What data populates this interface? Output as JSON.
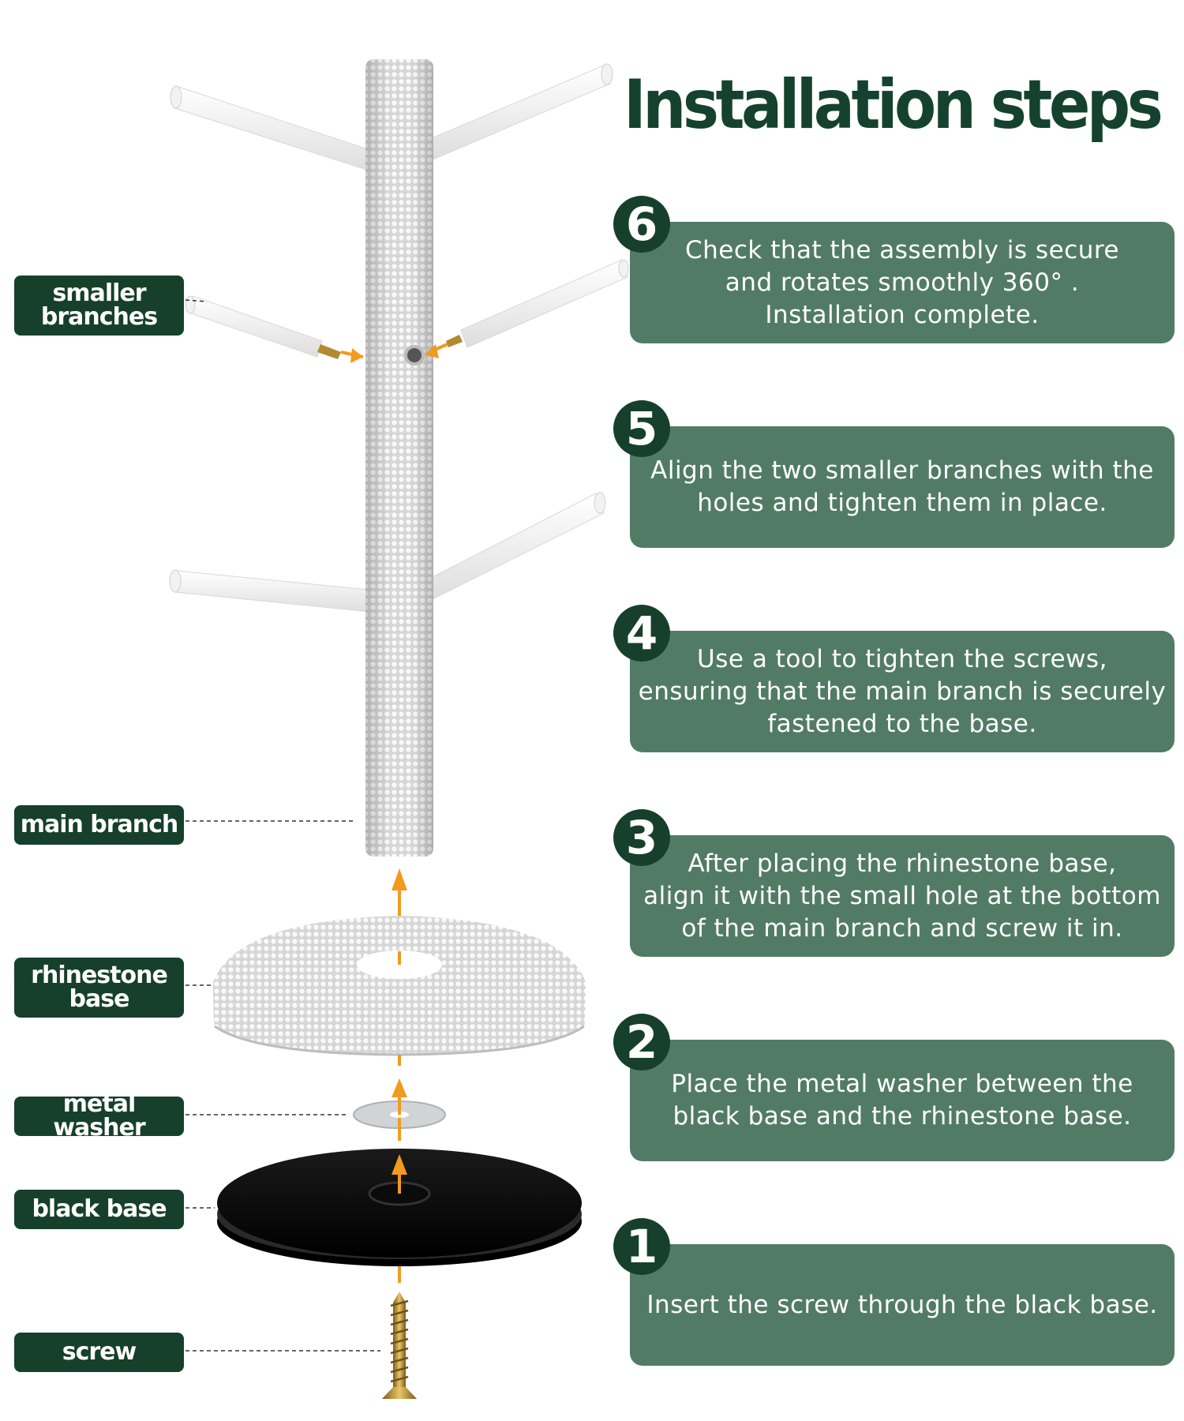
{
  "title": "Installation steps",
  "steps": [
    {
      "number": "6",
      "text": "Check that the assembly is secure\nand rotates smoothly 360° .\nInstallation complete."
    },
    {
      "number": "5",
      "text": "Align the two smaller branches with the\nholes and tighten them in place."
    },
    {
      "number": "4",
      "text": "Use a tool to tighten the screws,\nensuring that the main branch is securely\nfastened to the base."
    },
    {
      "number": "3",
      "text": "After placing the rhinestone base,\nalign it with the small hole at the bottom\nof the main branch and screw it in."
    },
    {
      "number": "2",
      "text": "Place the metal washer between the\nblack base and the rhinestone base."
    },
    {
      "number": "1",
      "text": "Insert the screw through the black base."
    }
  ],
  "parts": [
    {
      "label": "smaller\nbranches"
    },
    {
      "label": "main branch"
    },
    {
      "label": "rhinestone\nbase"
    },
    {
      "label": "metal washer"
    },
    {
      "label": "black base"
    },
    {
      "label": "screw"
    }
  ],
  "colors": {
    "dark_green": "#16402c",
    "card_green": "#527b66",
    "arrow_orange": "#f29a1f"
  }
}
